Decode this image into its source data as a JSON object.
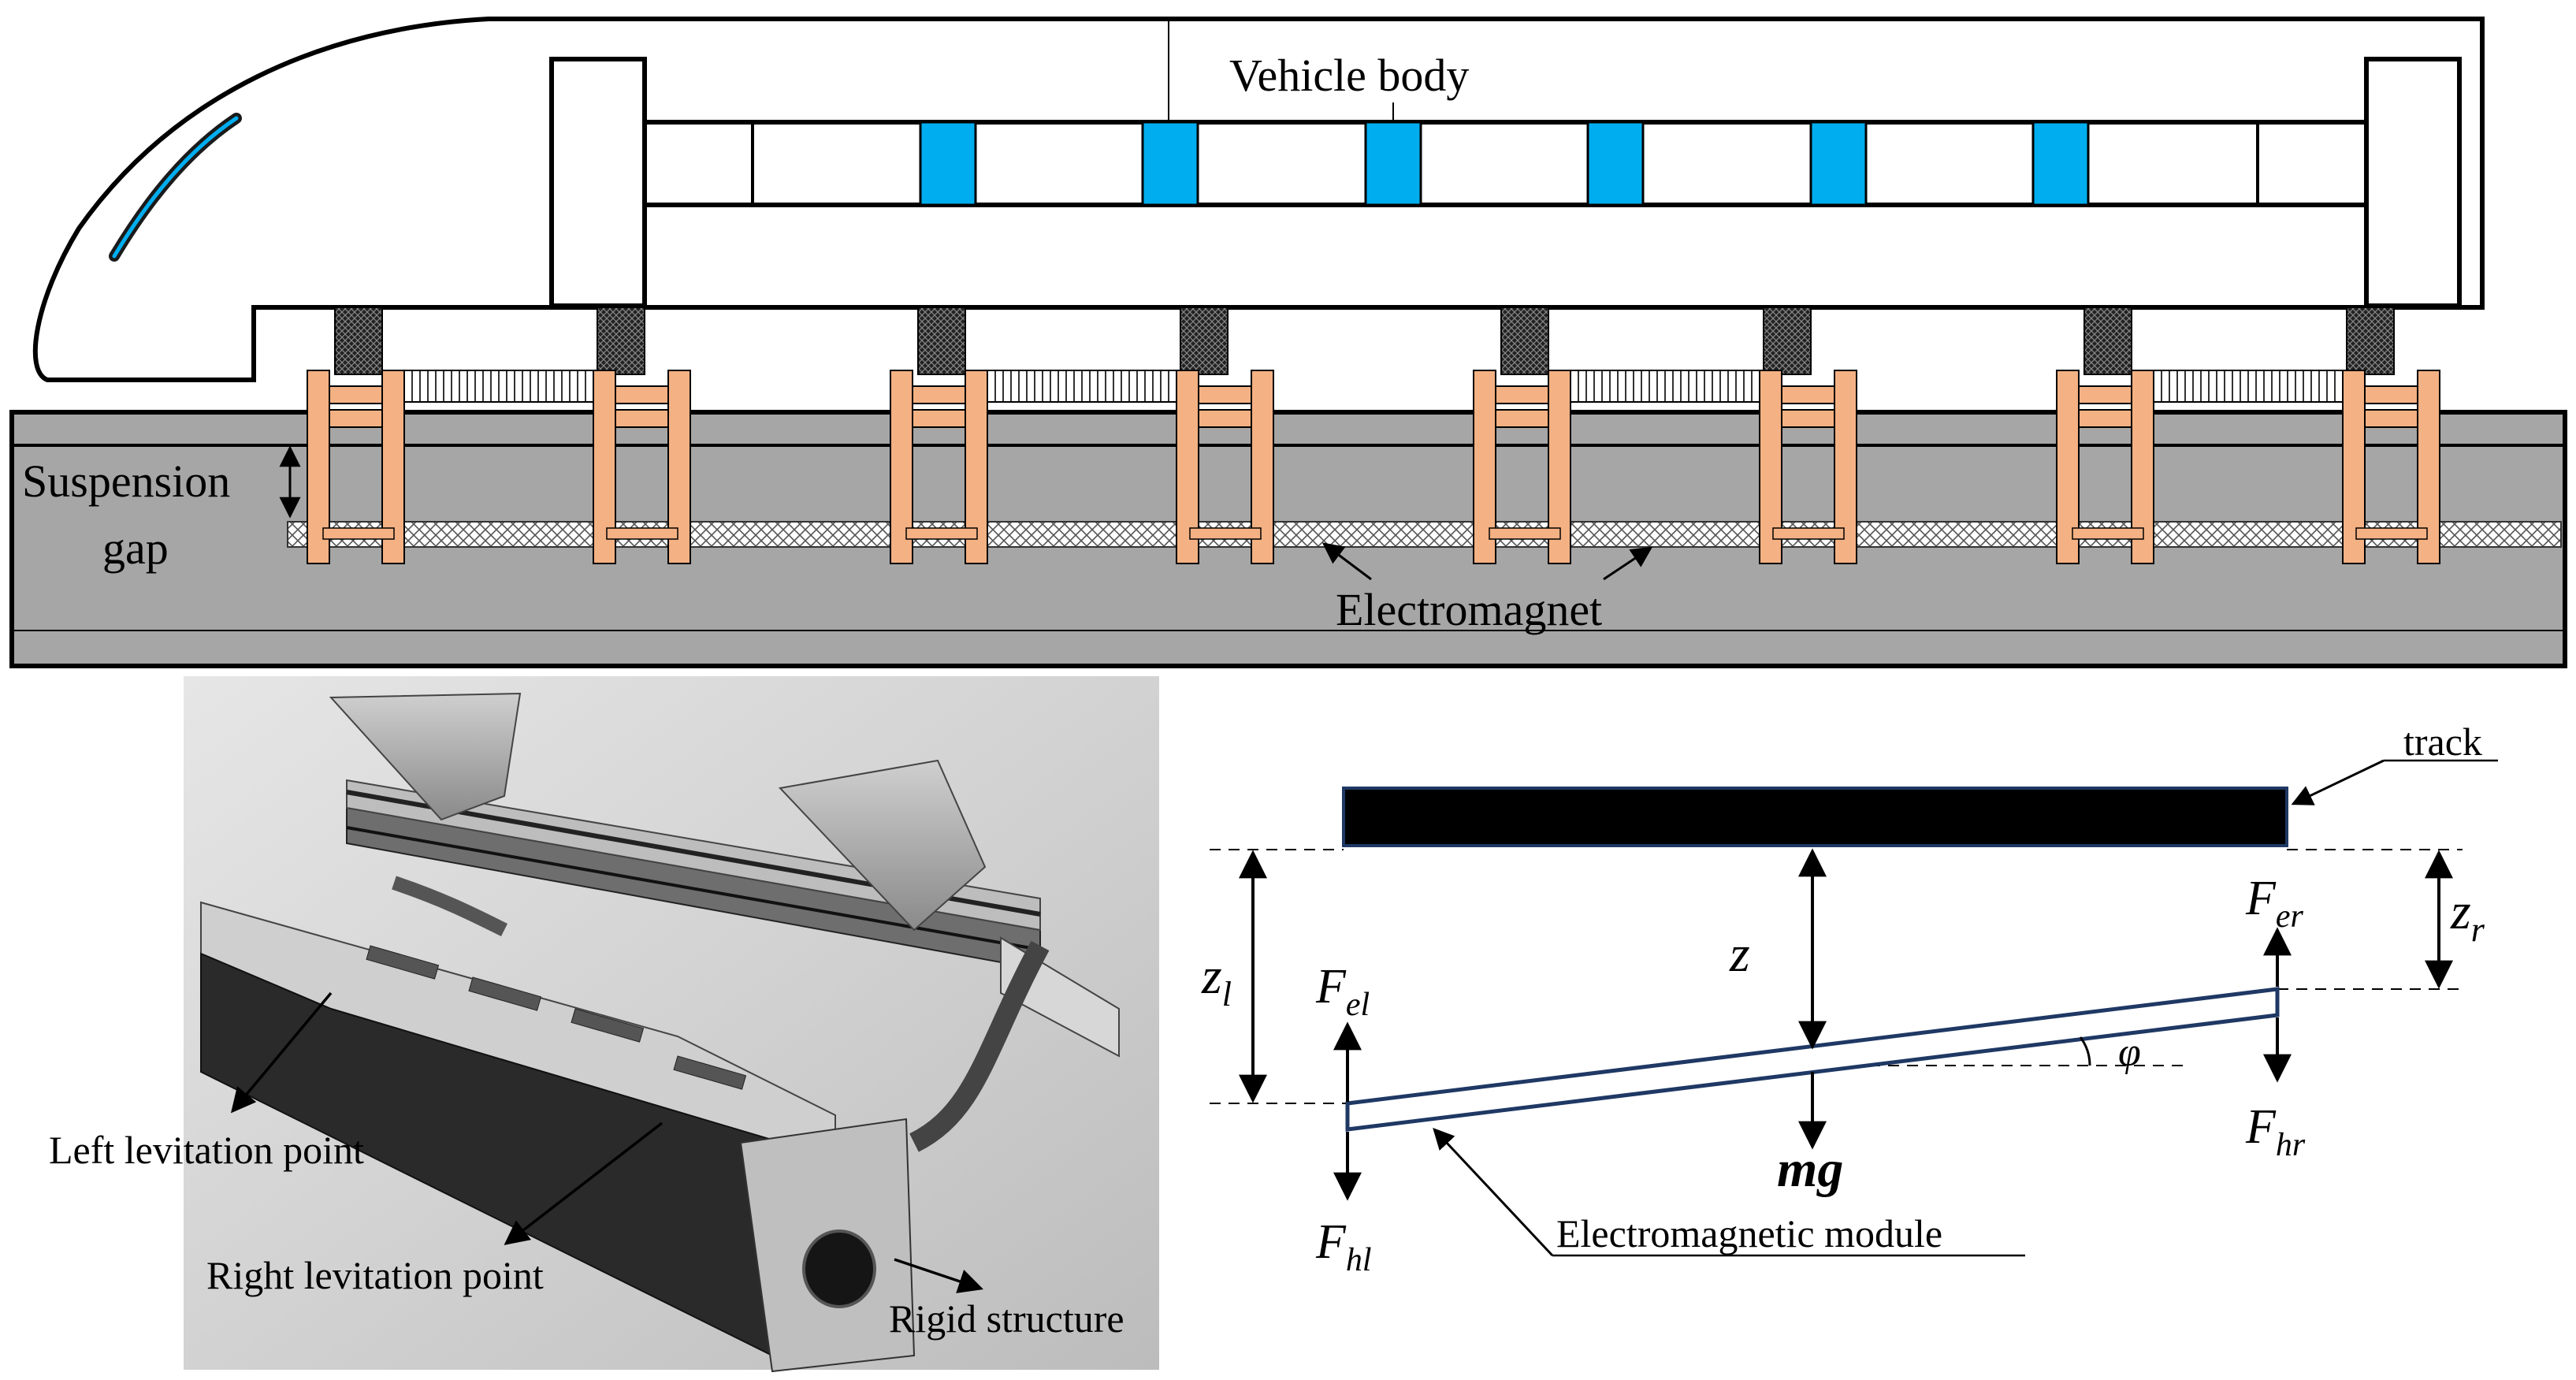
{
  "top_diagram": {
    "vehicle_body_label": "Vehicle body",
    "suspension_gap_label_line1": "Suspension",
    "suspension_gap_label_line2": "gap",
    "electromagnet_label": "Electromagnet",
    "colors": {
      "window_blue": "#00AEEF",
      "bracket_orange": "#F4B183",
      "guideway_gray": "#A6A6A6"
    }
  },
  "photo_panel": {
    "left_levitation_label": "Left levitation point",
    "right_levitation_label": "Right levitation point",
    "rigid_structure_label": "Rigid structure"
  },
  "force_diagram": {
    "track_label": "track",
    "module_label": "Electromagnetic module",
    "z": "z",
    "zl_main": "z",
    "zl_sub": "l",
    "zr_main": "z",
    "zr_sub": "r",
    "phi": "φ",
    "mg": "mg",
    "fel_main": "F",
    "fel_sub": "el",
    "fer_main": "F",
    "fer_sub": "er",
    "fhl_main": "F",
    "fhl_sub": "hl",
    "fhr_main": "F",
    "fhr_sub": "hr"
  }
}
